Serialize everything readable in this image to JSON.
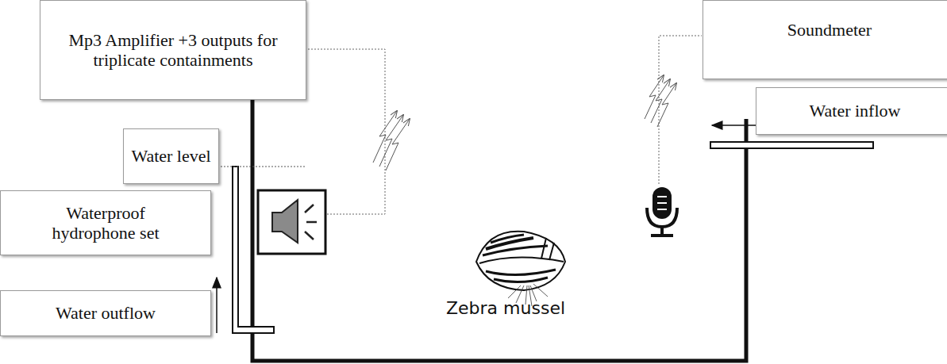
{
  "diagram": {
    "nodes": [
      {
        "text": [
          "Mp3 Amplifier +3 outputs for triplicate containments"
        ]
      },
      {
        "text": [
          "Soundmeter"
        ]
      },
      {
        "text": [
          "Water inflow"
        ]
      },
      {
        "text": [
          "Water level"
        ]
      },
      {
        "text": [
          "Waterproof hydrophone set"
        ]
      },
      {
        "text": [
          "Water outflow"
        ]
      }
    ],
    "edges": [],
    "labels": [
      "Zebra mussel"
    ]
  }
}
